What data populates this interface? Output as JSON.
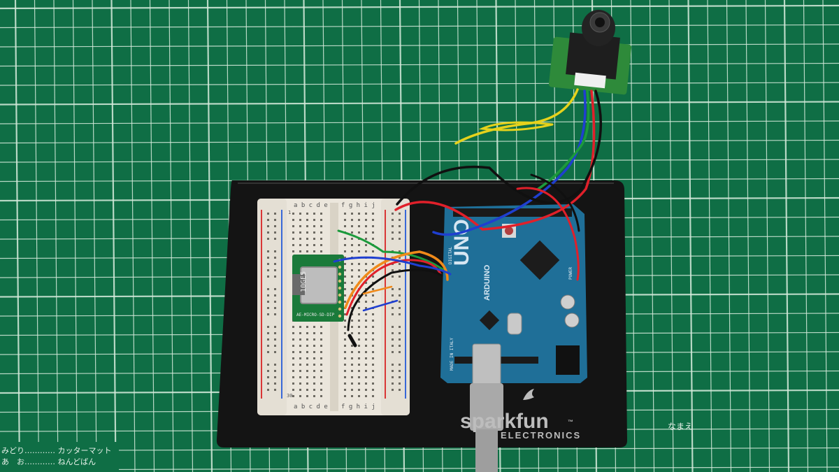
{
  "mat": {
    "name_label": "なまえ",
    "legend_line1": "みどり………… カッターマット",
    "legend_line2": "あ　お………… ねんどばん"
  },
  "holder": {
    "brand": "sparkfun",
    "brand_tm": "™",
    "brand_sub": "ELECTRONICS"
  },
  "breadboard": {
    "col_letters_left": "a b c d e",
    "col_letters_right": "f g h i j",
    "row_top": "1",
    "row_bottom": "30"
  },
  "sd_module": {
    "label": "AE-MICRO-SD-DIP",
    "chip_text": "10GE5"
  },
  "arduino": {
    "name": "UNO",
    "brand": "ARDUINO",
    "made_in": "MADE IN ITALY",
    "digital_label": "DIGITAL",
    "power_label": "POWER"
  },
  "colors": {
    "mat_green": "#0f6e45",
    "grid_line": "#d6ebdc",
    "holder_black": "#141414",
    "board_blue": "#1f6f98",
    "wire_red": "#e0202a",
    "wire_yellow": "#e6d21c",
    "wire_blue": "#1f3fd0",
    "wire_green": "#1c9a3c",
    "wire_black": "#101010",
    "wire_orange": "#f08a1a"
  }
}
